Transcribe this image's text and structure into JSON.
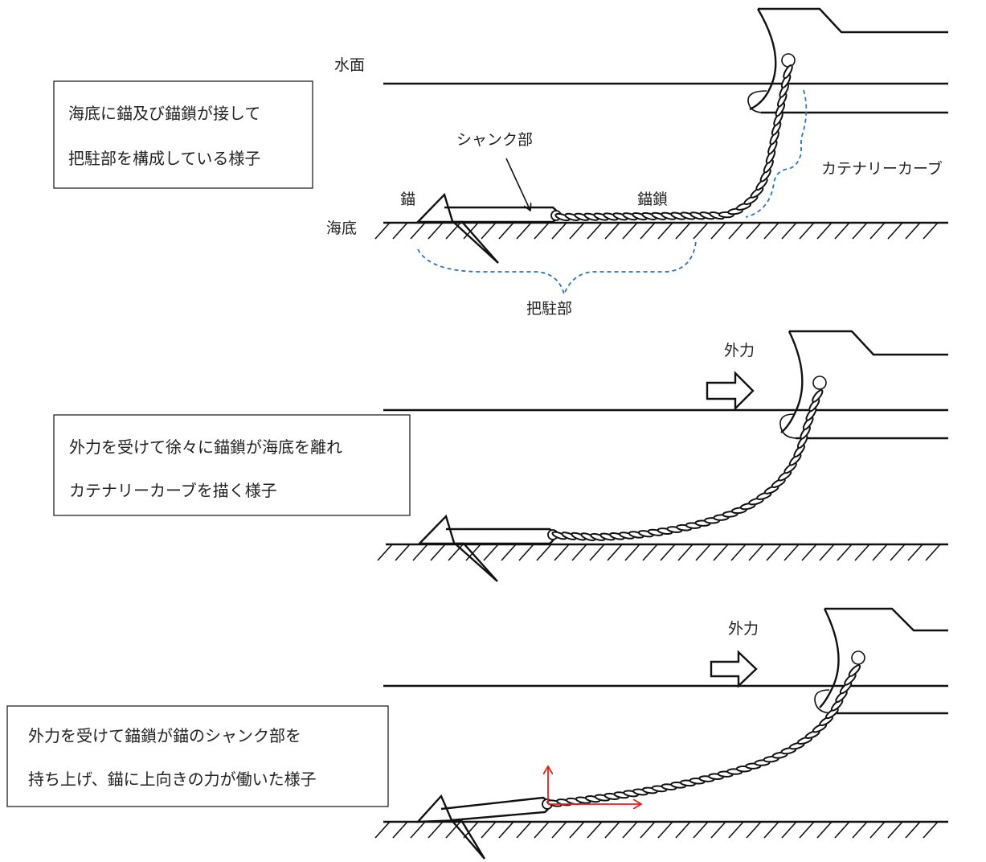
{
  "panel1": {
    "caption_lines": [
      "海底に錨及び錨鎖が接して",
      "把駐部を構成している様子"
    ],
    "labels": {
      "water_surface": "水面",
      "seabed": "海底",
      "anchor": "錨",
      "shank": "シャンク部",
      "chain": "錨鎖",
      "catenary": "カテナリーカーブ",
      "holding": "把駐部"
    }
  },
  "panel2": {
    "caption_lines": [
      "外力を受けて徐々に錨鎖が海底を離れ",
      "カテナリーカーブを描く様子"
    ],
    "labels": {
      "external_force": "外力"
    }
  },
  "panel3": {
    "caption_lines": [
      "外力を受けて錨鎖が錨のシャンク部を",
      "持ち上げ、錨に上向きの力が働いた様子"
    ],
    "labels": {
      "external_force": "外力"
    }
  },
  "colors": {
    "ink": "#111111",
    "catenary_dash": "#2e74b5",
    "force_arrow": "#e0201c"
  }
}
